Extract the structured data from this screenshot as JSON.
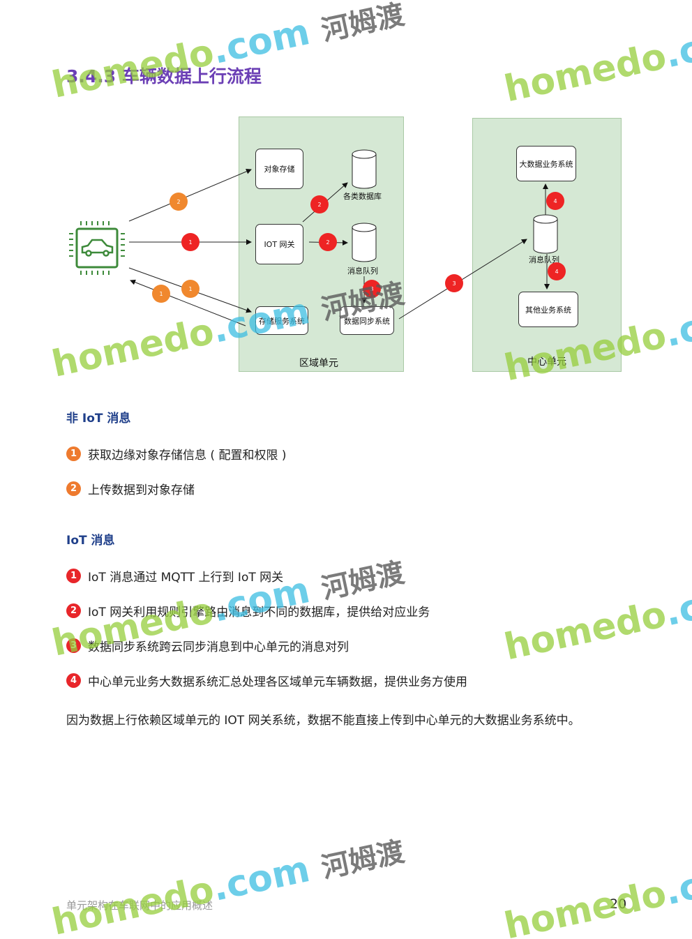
{
  "title": "3.4.3 车辆数据上行流程",
  "diagram": {
    "zone_region": "区域单元",
    "zone_center": "中心单元",
    "object_storage": "对象存储",
    "databases": "各类数据库",
    "iot_gateway": "IOT 网关",
    "message_queue": "消息队列",
    "storage_service": "存储服务系统",
    "data_sync": "数据同步系统",
    "bigdata": "大数据业务系统",
    "center_mq": "消息队列",
    "other_systems": "其他业务系统",
    "badges": {
      "b1": "1",
      "b2": "2",
      "b3": "3",
      "b4": "4"
    }
  },
  "non_iot": {
    "heading": "非 IoT 消息",
    "items": [
      {
        "n": "1",
        "text": "获取边缘对象存储信息 ( 配置和权限 )"
      },
      {
        "n": "2",
        "text": "上传数据到对象存储"
      }
    ]
  },
  "iot": {
    "heading": "IoT 消息",
    "items": [
      {
        "n": "1",
        "text": "IoT 消息通过 MQTT 上行到 IoT 网关"
      },
      {
        "n": "2",
        "text": "IoT 网关利用规则引擎路由消息到不同的数据库，提供给对应业务"
      },
      {
        "n": "3",
        "text": "数据同步系统跨云同步消息到中心单元的消息对列"
      },
      {
        "n": "4",
        "text": "中心单元业务大数据系统汇总处理各区域单元车辆数据，提供业务方使用"
      }
    ]
  },
  "paragraph": "因为数据上行依赖区域单元的 IOT 网关系统，数据不能直接上传到中心单元的大数据业务系统中。",
  "footer": {
    "doc_title": "单元架构在车联网中的应用概述",
    "page": "20"
  },
  "watermark": {
    "latin": "homedo",
    "dotcom": ".com",
    "cn": "河姆渡"
  },
  "colors": {
    "title": "#6b3fb5",
    "heading": "#1f3f8a",
    "zone": "#d5e8d4",
    "badge_red": "#ee2424",
    "badge_orange": "#f0882e"
  }
}
